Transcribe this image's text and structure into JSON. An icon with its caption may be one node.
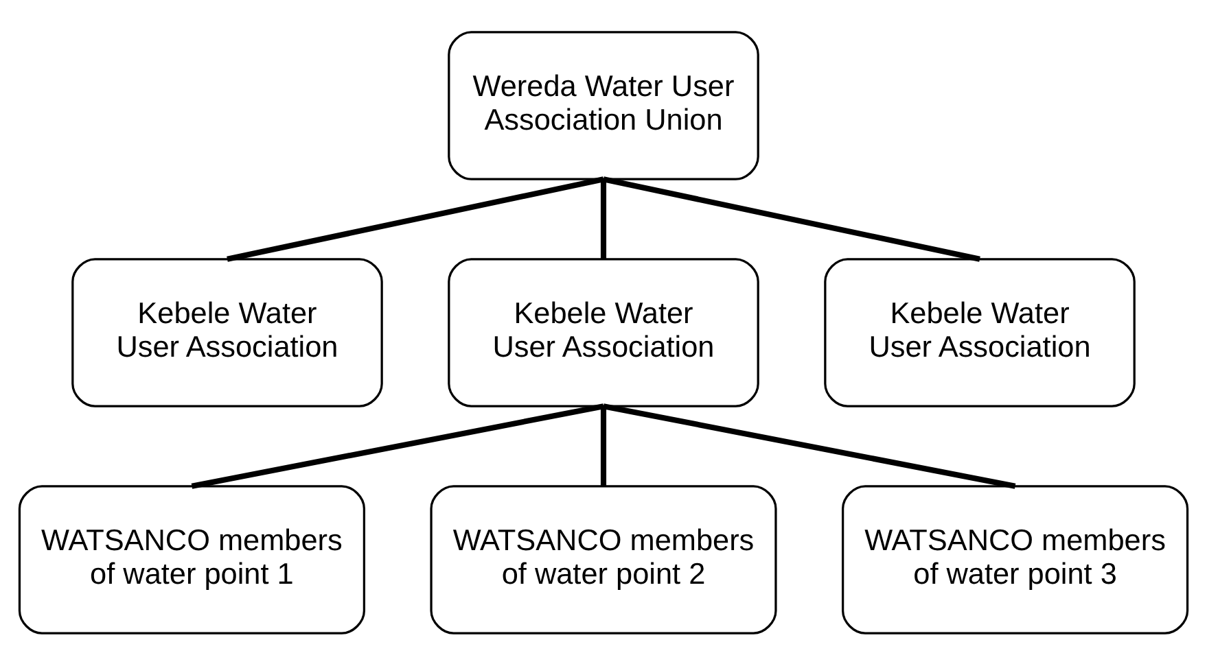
{
  "diagram": {
    "nodes": [
      {
        "text": [
          "Wereda Water User Association Union"
        ]
      },
      {
        "text": [
          "Kebele Water User Association"
        ]
      },
      {
        "text": [
          "Kebele Water User Association"
        ]
      },
      {
        "text": [
          "Kebele Water User Association"
        ]
      },
      {
        "text": [
          "WATSANCO members of water point 1"
        ]
      },
      {
        "text": [
          "WATSANCO members of water point 2"
        ]
      },
      {
        "text": [
          "WATSANCO members of water point 3"
        ]
      }
    ],
    "edges": [
      {
        "from": 0,
        "to": 1,
        "arrow": "none"
      },
      {
        "from": 0,
        "to": 2,
        "arrow": "none"
      },
      {
        "from": 0,
        "to": 3,
        "arrow": "none"
      },
      {
        "from": 2,
        "to": 4,
        "arrow": "none"
      },
      {
        "from": 2,
        "to": 5,
        "arrow": "none"
      },
      {
        "from": 2,
        "to": 6,
        "arrow": "none"
      }
    ]
  }
}
